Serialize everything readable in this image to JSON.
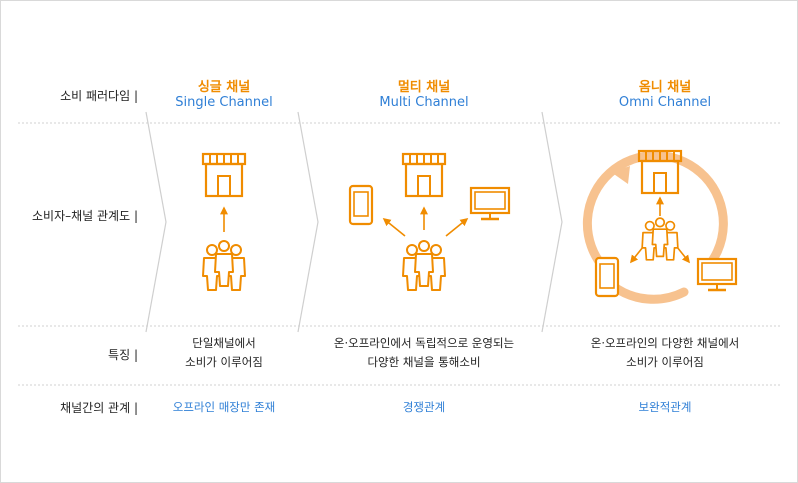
{
  "row_labels": {
    "paradigm": "소비 패러다임 |",
    "relation_diagram": "소비자–채널 관계도 |",
    "features": "특징 |",
    "channel_relation": "채널간의 관계 |"
  },
  "channels": [
    {
      "title": "싱글 채널",
      "subtitle": "Single Channel",
      "feature_lines": [
        "단일채널에서",
        "소비가 이루어짐"
      ],
      "relation": "오프라인 매장만 존재"
    },
    {
      "title": "멀티 채널",
      "subtitle": "Multi Channel",
      "feature_lines": [
        "온·오프라인에서 독립적으로 운영되는",
        "다양한 채널을 통해소비"
      ],
      "relation": "경쟁관계"
    },
    {
      "title": "옴니 채널",
      "subtitle": "Omni Channel",
      "feature_lines": [
        "온·오프라인의 다양한 채널에서",
        "소비가 이루어짐"
      ],
      "relation": "보완적관계"
    }
  ],
  "colors": {
    "icon_orange": "#f08c00",
    "title_orange": "#f08c00",
    "subtitle_blue": "#2f7fd6",
    "cycle_peach": "#f7c28f",
    "divider": "#d0d0d0"
  }
}
